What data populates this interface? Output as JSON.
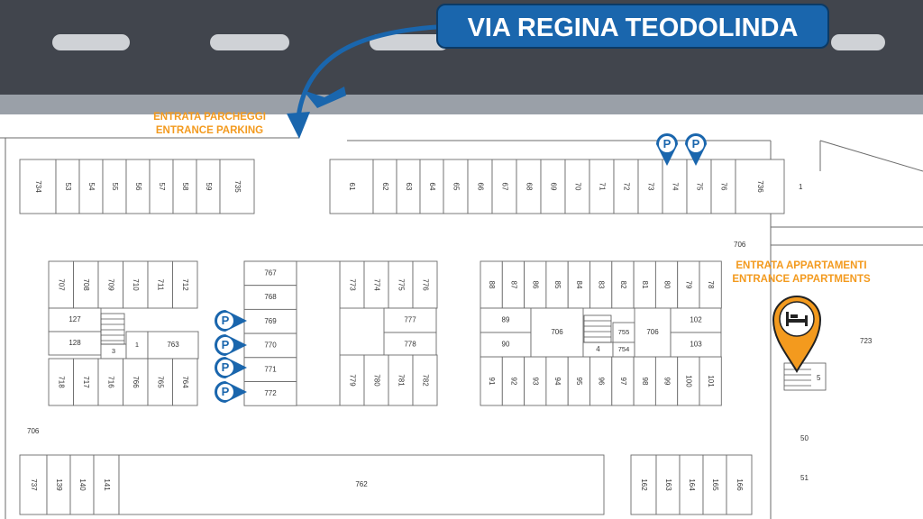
{
  "street": {
    "name": "VIA REGINA TEODOLINDA"
  },
  "entrances": {
    "parking_it": "ENTRATA PARCHEGGI",
    "parking_en": "ENTRANCE PARKING",
    "apartments_it": "ENTRATA APPARTAMENTI",
    "apartments_en": "ENTRANCE APPARTMENTS"
  },
  "icons": {
    "parking_marker": "parking-pin-icon",
    "apartment_marker": "bed-pin-icon",
    "parking_glyph": "P"
  },
  "colors": {
    "road": "#41454d",
    "accent_blue": "#1a66ad",
    "accent_orange": "#f39a1e"
  },
  "units": {
    "row_top_left": [
      "734",
      "53",
      "54",
      "55",
      "56",
      "57",
      "58",
      "59",
      "735"
    ],
    "row_top_right": [
      "61",
      "62",
      "63",
      "64",
      "65",
      "66",
      "67",
      "68",
      "69",
      "70",
      "71",
      "72",
      "73",
      "74",
      "75",
      "76",
      "736"
    ],
    "block_a_top": [
      "707",
      "708",
      "709",
      "710",
      "711",
      "712"
    ],
    "block_a_bottom": [
      "718",
      "717",
      "716",
      "766",
      "765",
      "764"
    ],
    "block_a_mid": [
      "127",
      "128",
      "3",
      "1",
      "763"
    ],
    "block_b_left": [
      "767",
      "768",
      "769",
      "770",
      "771",
      "772"
    ],
    "block_b_top": [
      "773",
      "774",
      "775",
      "776"
    ],
    "block_b_mid": [
      "777",
      "778"
    ],
    "block_b_bottom": [
      "779",
      "780",
      "781",
      "782"
    ],
    "block_c_top": [
      "88",
      "87",
      "86",
      "85",
      "84",
      "83",
      "82",
      "81",
      "80",
      "79",
      "78"
    ],
    "block_c_bottom": [
      "91",
      "92",
      "93",
      "94",
      "95",
      "96",
      "97",
      "98",
      "99",
      "100",
      "101"
    ],
    "block_c_mid": [
      "89",
      "90",
      "706",
      "755",
      "754",
      "4",
      "706",
      "102",
      "103"
    ],
    "row_bottom_left": [
      "737",
      "139",
      "140",
      "141"
    ],
    "row_bottom_long": "762",
    "row_bottom_right": [
      "162",
      "163",
      "164",
      "165",
      "166"
    ],
    "labels_misc": [
      "706",
      "706",
      "1",
      "723",
      "5",
      "50",
      "51"
    ]
  }
}
